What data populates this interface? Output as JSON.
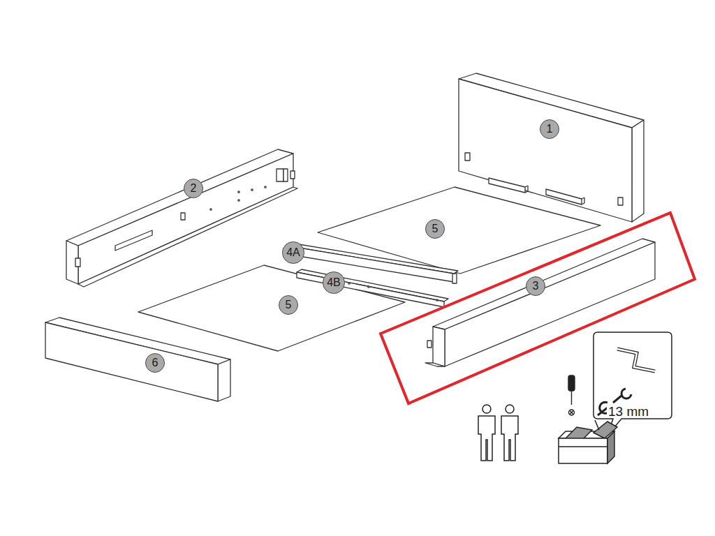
{
  "diagram": {
    "nodes": [
      {
        "text": [
          "1"
        ]
      },
      {
        "text": [
          "2"
        ]
      },
      {
        "text": [
          "5"
        ]
      },
      {
        "text": [
          "4A"
        ]
      },
      {
        "text": [
          "4B"
        ]
      },
      {
        "text": [
          "3"
        ]
      },
      {
        "text": [
          "5"
        ]
      },
      {
        "text": [
          "6"
        ]
      }
    ],
    "labels": [
      "13 mm"
    ]
  }
}
